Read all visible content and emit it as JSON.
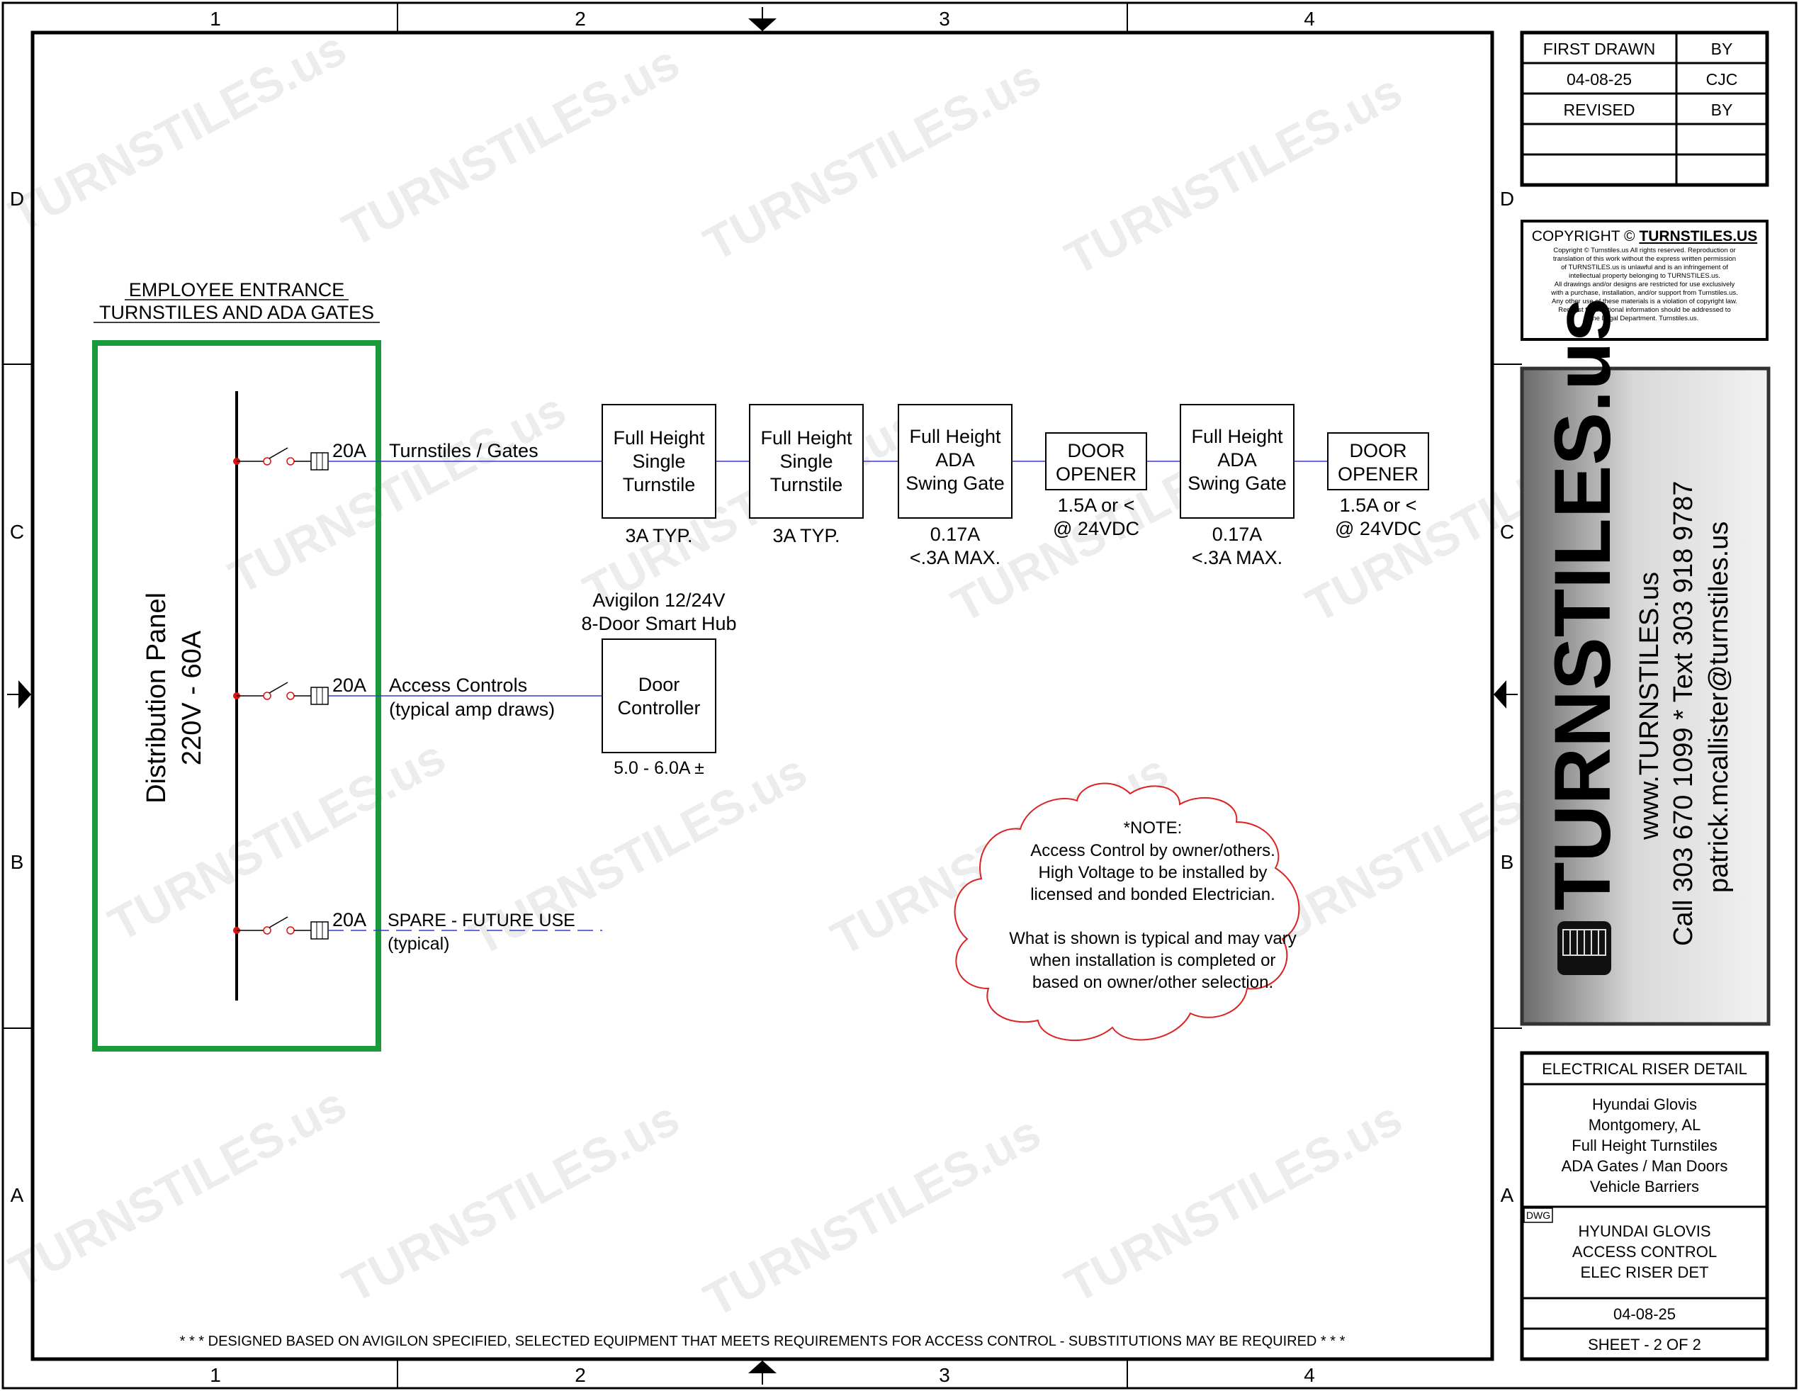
{
  "frame": {
    "columns": [
      "1",
      "2",
      "3",
      "4"
    ],
    "rows": [
      "D",
      "C",
      "B",
      "A"
    ]
  },
  "watermark": "TURNSTILES.us",
  "panel": {
    "heading_line1": "EMPLOYEE ENTRANCE",
    "heading_line2": "TURNSTILES AND ADA GATES",
    "label_line1": "Distribution Panel",
    "label_line2": "220V - 60A",
    "border_color": "#1a9a3a"
  },
  "circuits": [
    {
      "breaker": "20A",
      "label": "Turnstiles / Gates",
      "sublabel": ""
    },
    {
      "breaker": "20A",
      "label": "Access Controls",
      "sublabel": "(typical amp draws)"
    },
    {
      "breaker": "20A",
      "label": "SPARE - FUTURE USE",
      "sublabel": "(typical)"
    }
  ],
  "devices": [
    {
      "lines": [
        "Full Height",
        "Single",
        "Turnstile"
      ],
      "rating": [
        "3A TYP."
      ]
    },
    {
      "lines": [
        "Full Height",
        "Single",
        "Turnstile"
      ],
      "rating": [
        "3A TYP."
      ]
    },
    {
      "lines": [
        "Full Height",
        "ADA",
        "Swing Gate"
      ],
      "rating": [
        "0.17A",
        "<.3A MAX."
      ]
    },
    {
      "lines": [
        "DOOR",
        "OPENER"
      ],
      "rating": [
        "1.5A or <",
        "@ 24VDC"
      ]
    },
    {
      "lines": [
        "Full Height",
        "ADA",
        "Swing Gate"
      ],
      "rating": [
        "0.17A",
        "<.3A MAX."
      ]
    },
    {
      "lines": [
        "DOOR",
        "OPENER"
      ],
      "rating": [
        "1.5A or <",
        "@ 24VDC"
      ]
    }
  ],
  "controller": {
    "title_line1": "Avigilon 12/24V",
    "title_line2": "8-Door Smart Hub",
    "box_line1": "Door",
    "box_line2": "Controller",
    "rating": "5.0 - 6.0A ±"
  },
  "note": {
    "lines": [
      "*NOTE:",
      "Access Control by owner/others.",
      "High Voltage to be installed by",
      "licensed and bonded Electrician.",
      "",
      "What is shown is typical and may vary",
      "when installation is completed or",
      "based on owner/other selection."
    ]
  },
  "footer_note": "* * *  DESIGNED BASED ON AVIGILON SPECIFIED, SELECTED EQUIPMENT THAT MEETS REQUIREMENTS FOR ACCESS CONTROL - SUBSTITUTIONS MAY BE REQUIRED  * * *",
  "title_block": {
    "revision_table": [
      [
        "FIRST DRAWN",
        "BY"
      ],
      [
        "04-08-25",
        "CJC"
      ],
      [
        "REVISED",
        "BY"
      ],
      [
        "",
        ""
      ],
      [
        "",
        ""
      ],
      [
        "",
        ""
      ]
    ],
    "copyright_title_prefix": "COPYRIGHT © ",
    "copyright_title_brand": "TURNSTILES.US",
    "copyright_text": [
      "Copyright © Turnstiles.us All rights reserved. Reproduction or",
      "translation of this work without the express written permission",
      "of TURNSTILES.us is unlawful and is an infringement of",
      "intellectual property belonging to TURNSTILES.us.",
      "All drawings and/or designs are restricted for use exclusively",
      "with a purchase, installation, and/or support from Turnstiles.us.",
      "Any other use of these materials is a violation of copyright law.",
      "Request for additional information should be addressed to",
      "the Legal Department. Turnstiles.us."
    ],
    "brand_logo": "TURNSTILES.us",
    "website": "www.TURNSTILES.us",
    "phone": "Call 303 670 1099 * Text 303 918 9787",
    "email": "patrick.mcallister@turnstiles.us",
    "detail_title": "ELECTRICAL RISER DETAIL",
    "project_lines": [
      "Hyundai Glovis",
      "Montgomery, AL",
      "Full Height Turnstiles",
      "ADA Gates / Man Doors",
      "Vehicle Barriers"
    ],
    "dwg_tag": "DWG",
    "dwg_lines": [
      "HYUNDAI GLOVIS",
      "ACCESS CONTROL",
      "ELEC RISER DET"
    ],
    "date": "04-08-25",
    "sheet": "SHEET - 2  OF  2"
  },
  "colors": {
    "wire": "#3a3acc",
    "cloud": "#dd2222",
    "dot": "#e01010"
  }
}
